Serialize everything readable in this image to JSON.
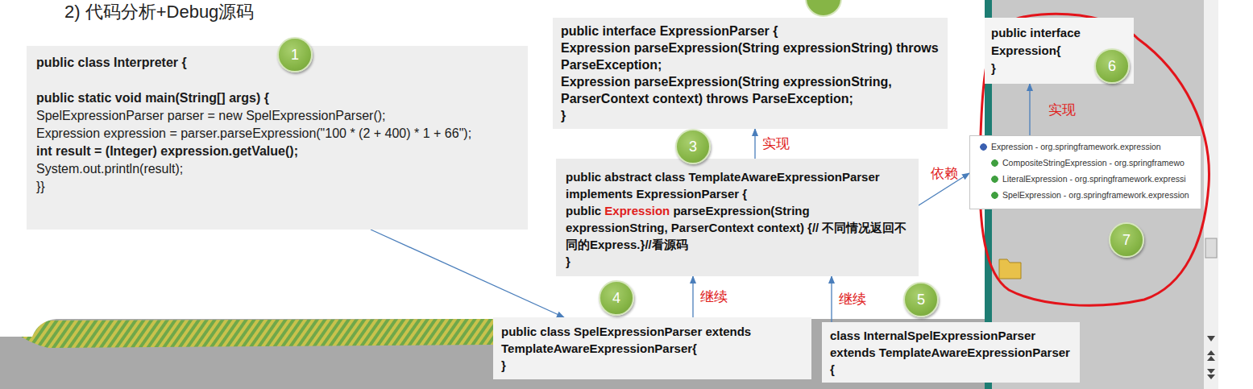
{
  "diagram": {
    "nodes": [
      {
        "text": [
          "public class Interpreter {",
          "public static void main(String[] args) {",
          "SpelExpressionParser parser = new SpelExpressionParser();",
          "Expression expression = parser.parseExpression(\"100 * (2 + 400) * 1 + 66\");",
          "int result = (Integer) expression.getValue();",
          "System.out.println(result);",
          "}}"
        ]
      },
      {
        "text": [
          "public interface ExpressionParser {",
          "Expression parseExpression(String expressionString) throws ParseException;",
          "Expression parseExpression(String expressionString, ParserContext context) throws ParseException;",
          "}"
        ]
      },
      {
        "text": [
          "public abstract class TemplateAwareExpressionParser implements ExpressionParser {",
          "public",
          "Expression",
          "parseExpression(String expressionString, ParserContext context) {// 不同情况返回不同的Express.}//看源码",
          "}"
        ]
      },
      {
        "text": [
          "public class SpelExpressionParser extends TemplateAwareExpressionParser{",
          "}"
        ]
      },
      {
        "text": [
          "class InternalSpelExpressionParser extends TemplateAwareExpressionParser {"
        ]
      },
      {
        "text": [
          "public interface Expression{",
          "}"
        ]
      },
      {
        "text": [
          "Expression - org.springframework.expression",
          "CompositeStringExpression - org.springframewo",
          "LiteralExpression - org.springframework.expressi",
          "SpelExpression - org.springframework.expression"
        ]
      }
    ],
    "edges": [
      {
        "from": 0,
        "to": 3,
        "arrow": "to"
      },
      {
        "from": 2,
        "to": 1,
        "label": "实现",
        "arrow": "to"
      },
      {
        "from": 2,
        "to": 6,
        "label": "依赖",
        "arrow": "to"
      },
      {
        "from": 3,
        "to": 2,
        "label": "继续",
        "arrow": "to"
      },
      {
        "from": 4,
        "to": 2,
        "label": "继续",
        "arrow": "to"
      },
      {
        "from": 6,
        "to": 5,
        "label": "实现",
        "arrow": "to"
      }
    ],
    "labels": [
      "2) 代码分析+Debug源码",
      "1",
      "3",
      "4",
      "5",
      "6",
      "7"
    ]
  }
}
